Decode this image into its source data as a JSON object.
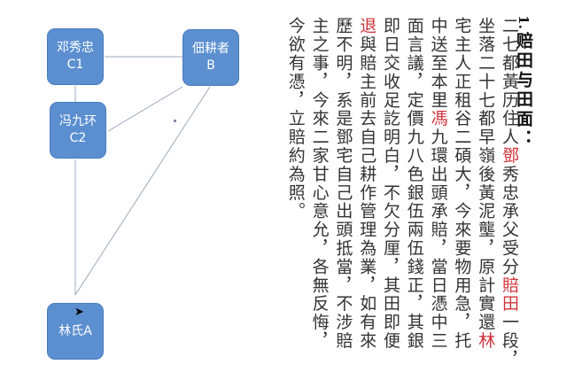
{
  "diagram": {
    "nodes": {
      "c1": "邓秀忠C1",
      "b": "佃耕者B",
      "c2": "冯九环C2",
      "a": "林氏A"
    },
    "colors": {
      "node_fill": "#5b8fd0",
      "line": "#9aaabb",
      "highlight": "#d0343a"
    }
  },
  "heading": {
    "number": "1.",
    "title": "赔田与田面："
  },
  "document": {
    "columns": [
      [
        {
          "t": "二七都黃历住人"
        },
        {
          "t": "鄧",
          "red": true
        },
        {
          "t": "秀忠承父受分"
        },
        {
          "t": "賠田",
          "red": true
        },
        {
          "t": "一段，"
        }
      ],
      [
        {
          "t": "坐落二十七都早嶺後黃泥壟，原計實還"
        },
        {
          "t": "林",
          "red": true
        }
      ],
      [
        {
          "t": "宅主人正租谷二碩大，今來要物用急，托"
        }
      ],
      [
        {
          "t": "中送至本里"
        },
        {
          "t": "馮",
          "red": true
        },
        {
          "t": "九環出頭承賠，當日憑中三"
        }
      ],
      [
        {
          "t": "面言議，定價九八色銀伍兩伍錢正，其銀"
        }
      ],
      [
        {
          "t": "即日交收足訖明白，不欠分厘，其田即便"
        }
      ],
      [
        {
          "t": "退",
          "red": true
        },
        {
          "t": "與賠主前去自己耕作管理為業，如有來"
        }
      ],
      [
        {
          "t": "歷不明，系是鄧宅自己出頭抵當，不涉賠"
        }
      ],
      [
        {
          "t": "主之事，今來二家甘心意允，各無反悔，"
        }
      ],
      [
        {
          "t": "今欲有憑，立賠約為照。"
        }
      ]
    ]
  }
}
